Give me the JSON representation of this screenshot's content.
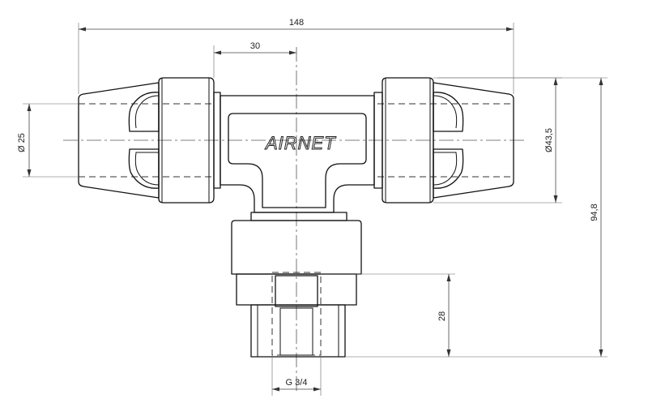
{
  "brand": {
    "logo_text": "AIRNET"
  },
  "dimensions": {
    "overall_length": "148",
    "half_offset": "30",
    "pipe_diameter": "Ø 25",
    "outer_diameter": "Ø43,5",
    "overall_height": "94,8",
    "thread_length": "28",
    "thread_size": "G 3/4"
  }
}
